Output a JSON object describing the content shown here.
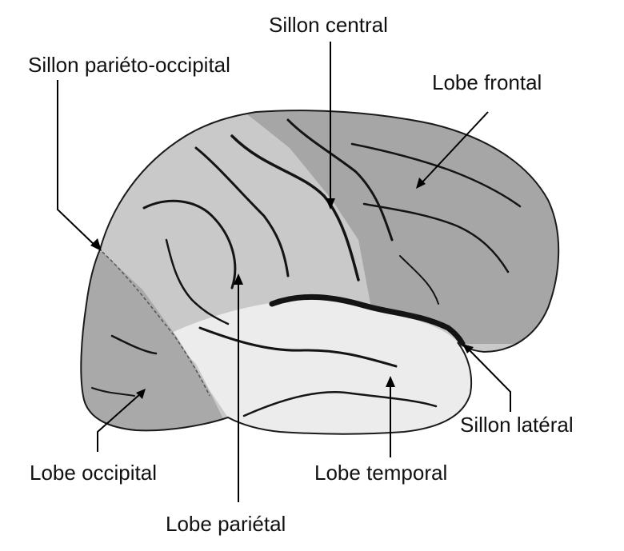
{
  "labels": {
    "central_sulcus": "Sillon central",
    "parieto_occipital_sulcus": "Sillon pariéto-occipital",
    "frontal_lobe": "Lobe frontal",
    "lateral_sulcus": "Sillon latéral",
    "occipital_lobe": "Lobe occipital",
    "temporal_lobe": "Lobe temporal",
    "parietal_lobe": "Lobe pariétal"
  },
  "colors": {
    "frontal": "#a6a6a6",
    "parietal": "#c9c9c9",
    "temporal": "#ececec",
    "occipital": "#a9a9a9",
    "outline": "#1a1a1a",
    "sulcus": "#141414"
  }
}
